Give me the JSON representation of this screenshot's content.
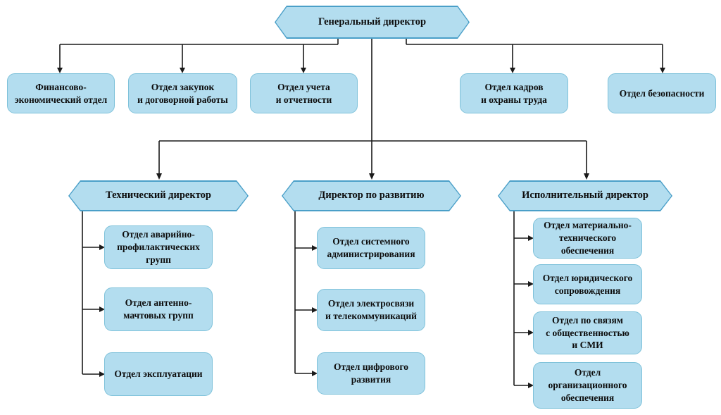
{
  "org": {
    "root": {
      "label": "Генеральный директор"
    },
    "level2": [
      {
        "label": "Финансово-\nэкономический отдел"
      },
      {
        "label": "Отдел закупок\nи договорной работы"
      },
      {
        "label": "Отдел учета\nи отчетности"
      },
      {
        "label": "Отдел кадров\nи охраны труда"
      },
      {
        "label": "Отдел безопасности"
      }
    ],
    "branches": [
      {
        "director": {
          "label": "Технический директор"
        },
        "departments": [
          {
            "label": "Отдел аварийно-\nпрофилактических\nгрупп"
          },
          {
            "label": "Отдел антенно-\nмачтовых групп"
          },
          {
            "label": "Отдел эксплуатации"
          }
        ]
      },
      {
        "director": {
          "label": "Директор по развитию"
        },
        "departments": [
          {
            "label": "Отдел системного\nадминистрирования"
          },
          {
            "label": "Отдел электросвязи\nи телекоммуникаций"
          },
          {
            "label": "Отдел цифрового\nразвития"
          }
        ]
      },
      {
        "director": {
          "label": "Исполнительный директор"
        },
        "departments": [
          {
            "label": "Отдел материально-\nтехнического\nобеспечения"
          },
          {
            "label": "Отдел юридического\nсопровождения"
          },
          {
            "label": "Отдел по связям\nс общественностью\nи СМИ"
          },
          {
            "label": "Отдел\nорганизационного\nобеспечения"
          }
        ]
      }
    ]
  },
  "colors": {
    "page_bg": "#ffffff",
    "box_fill": "#b3ddef",
    "round_border": "#7fc2da",
    "hex_border": "#4a9fc8",
    "line": "#1a1a1a",
    "text": "#0d0d0d"
  }
}
